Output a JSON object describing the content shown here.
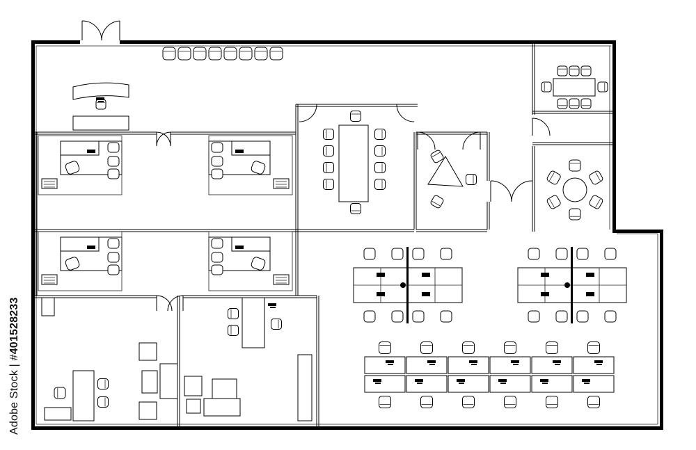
{
  "image": {
    "kind": "office floor plan drawing",
    "style": "black line art on white"
  },
  "credit": {
    "brand": "Adobe Stock",
    "separator": " | ",
    "hash": "#",
    "id": "401528233"
  },
  "colors": {
    "line": "#000000",
    "background": "#ffffff"
  },
  "icons": [
    "door-icon",
    "chair-icon",
    "desk-icon",
    "sofa-icon",
    "table-icon",
    "workstation-icon"
  ]
}
